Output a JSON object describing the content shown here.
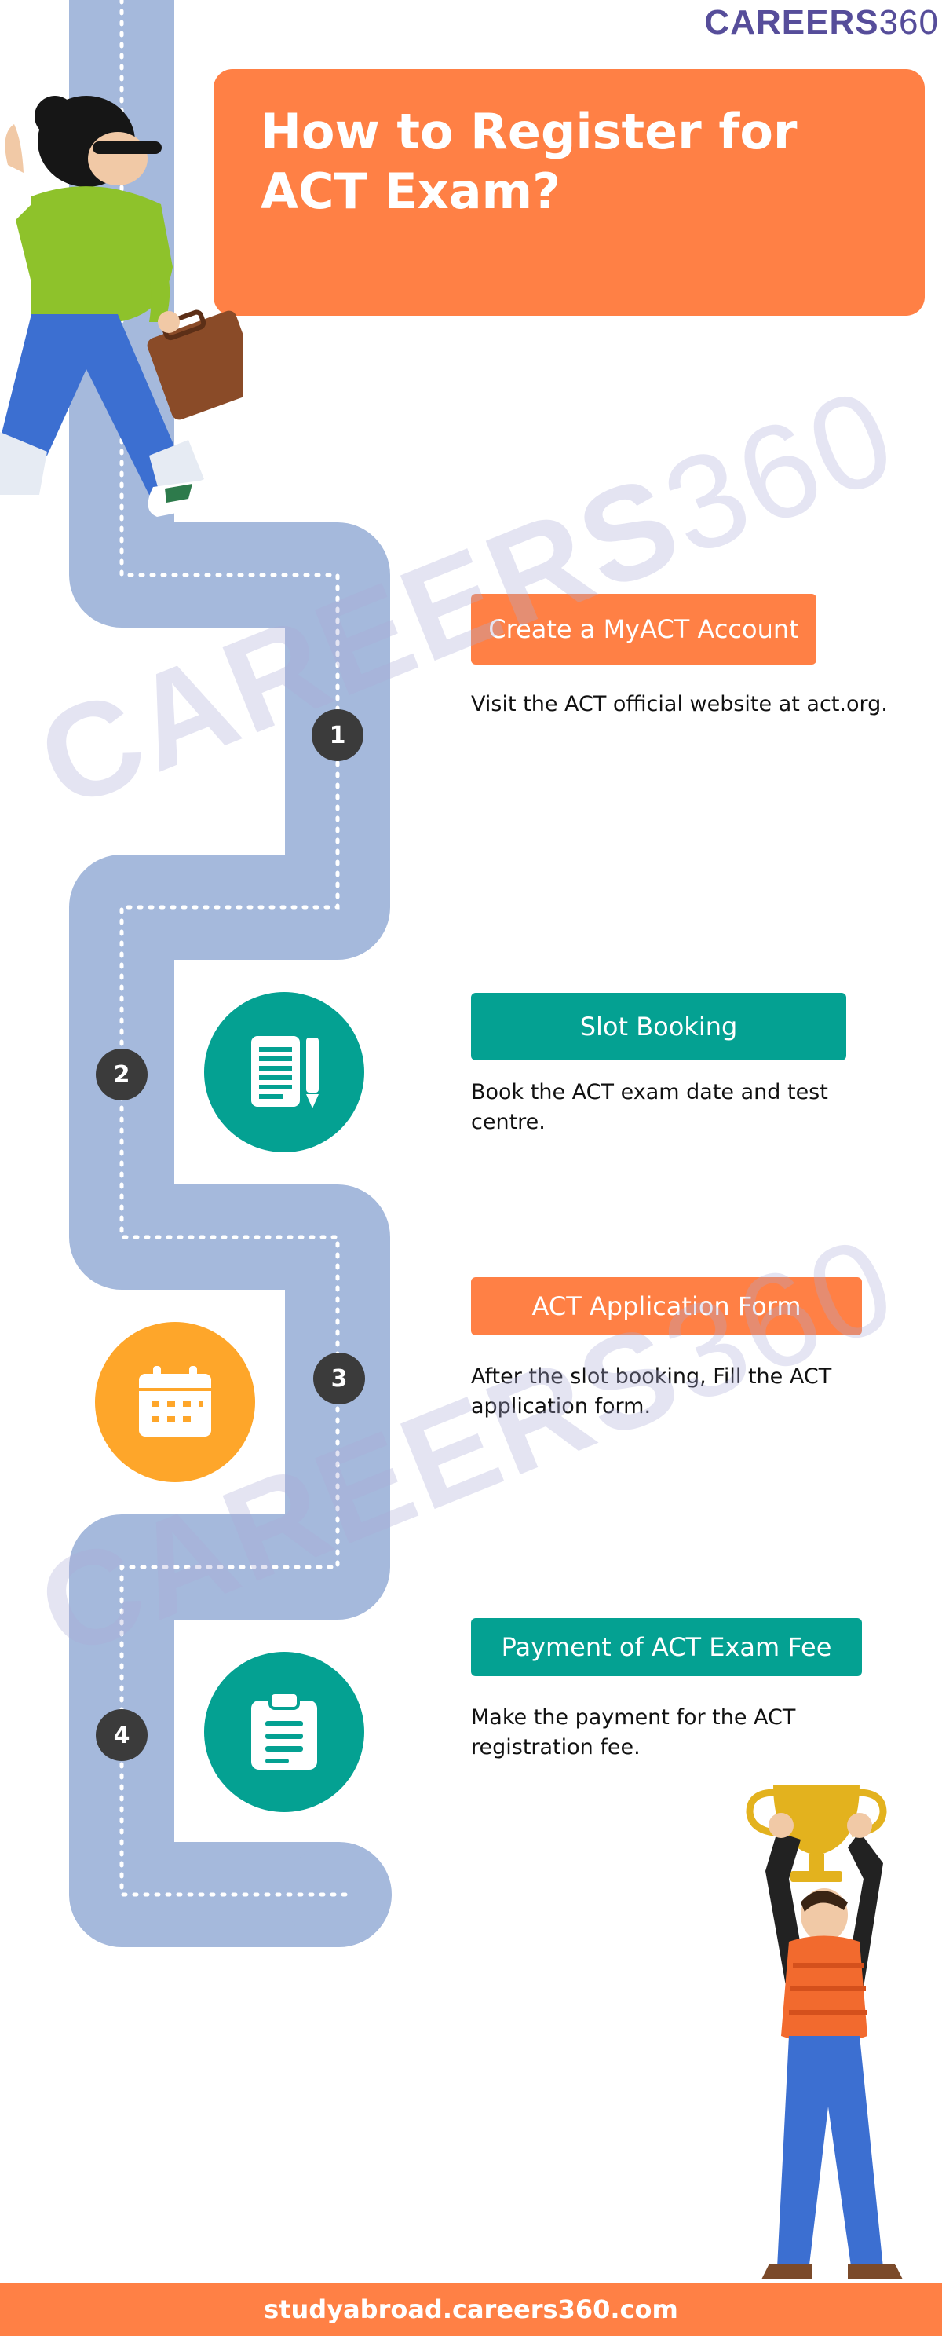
{
  "logo": {
    "brand": "CAREERS",
    "number": "360"
  },
  "title": "How to Register for ACT Exam?",
  "steps": [
    {
      "number": "1",
      "label": "Create a MyACT Account",
      "description": "Visit the ACT official website at act.org."
    },
    {
      "number": "2",
      "label": "Slot Booking",
      "description": "Book the ACT exam date and test centre.",
      "icon": "document-pen-icon"
    },
    {
      "number": "3",
      "label": "ACT Application Form",
      "description": "After the slot booking, Fill the ACT application form.",
      "icon": "calendar-icon"
    },
    {
      "number": "4",
      "label": "Payment of ACT Exam Fee",
      "description": "Make the payment for the ACT registration fee.",
      "icon": "clipboard-icon"
    }
  ],
  "watermark": {
    "brand": "CAREERS",
    "number": "360"
  },
  "footer": {
    "url": "studyabroad.careers360.com"
  },
  "colors": {
    "orange": "#ff8045",
    "teal": "#04a192",
    "yellow": "#fea62a",
    "path": "#a5b9dc",
    "dark": "#3b3b3b",
    "brand": "#564d9a"
  }
}
